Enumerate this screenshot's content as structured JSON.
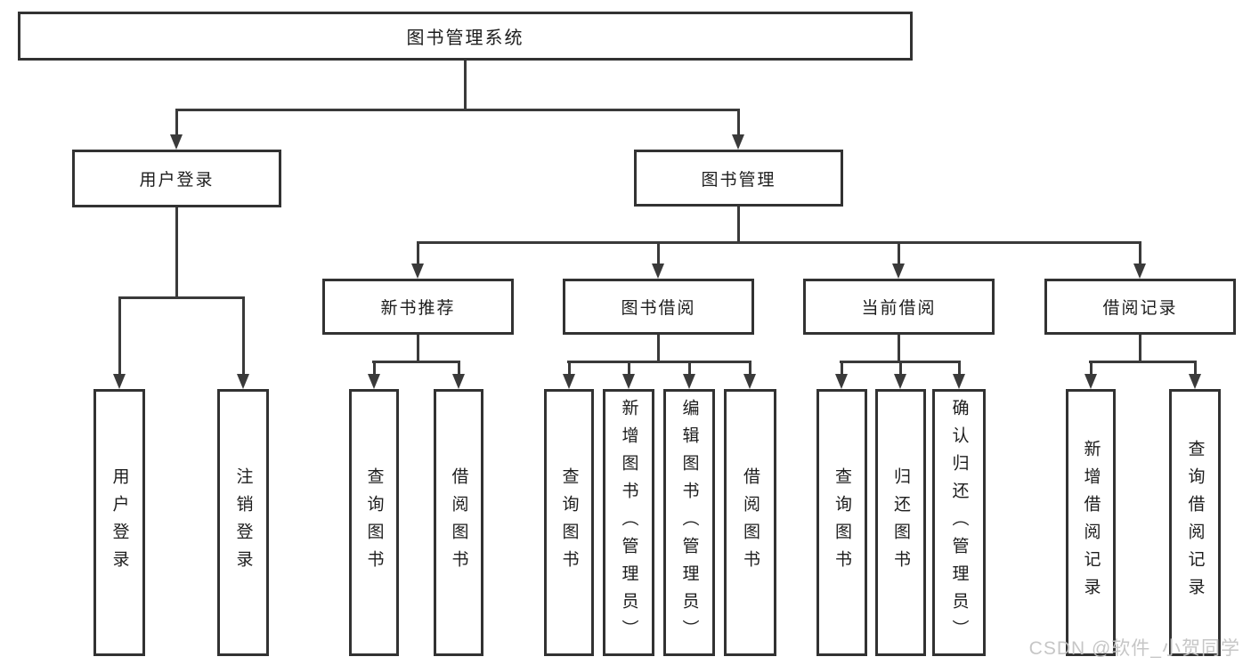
{
  "tree": {
    "root": "图书管理系统",
    "branches": [
      {
        "label": "用户登录",
        "children": [
          "用户登录",
          "注销登录"
        ]
      },
      {
        "label": "图书管理",
        "children": [
          {
            "label": "新书推荐",
            "children": [
              "查询图书",
              "借阅图书"
            ]
          },
          {
            "label": "图书借阅",
            "children": [
              "查询图书",
              "新增图书（管理员）",
              "编辑图书（管理员）",
              "借阅图书"
            ]
          },
          {
            "label": "当前借阅",
            "children": [
              "查询图书",
              "归还图书",
              "确认归还（管理员）"
            ]
          },
          {
            "label": "借阅记录",
            "children": [
              "新增借阅记录",
              "查询借阅记录"
            ]
          }
        ]
      }
    ]
  },
  "watermark": {
    "text": "CSDN @软件_小贺同学"
  },
  "colors": {
    "line": "#3a3a3a",
    "box_border": "#323232",
    "box_fill": "#ffffff",
    "text": "#1d1d1d",
    "watermark": "#c4c4c4",
    "background": "#ffffff"
  }
}
